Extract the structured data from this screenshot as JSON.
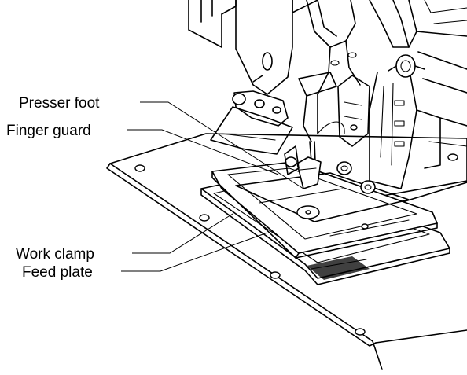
{
  "labels": {
    "presser_foot": "Presser foot",
    "finger_guard": "Finger guard",
    "work_clamp": "Work clamp",
    "feed_plate": "Feed plate"
  },
  "colors": {
    "ink": "#000000",
    "paper": "#ffffff"
  }
}
